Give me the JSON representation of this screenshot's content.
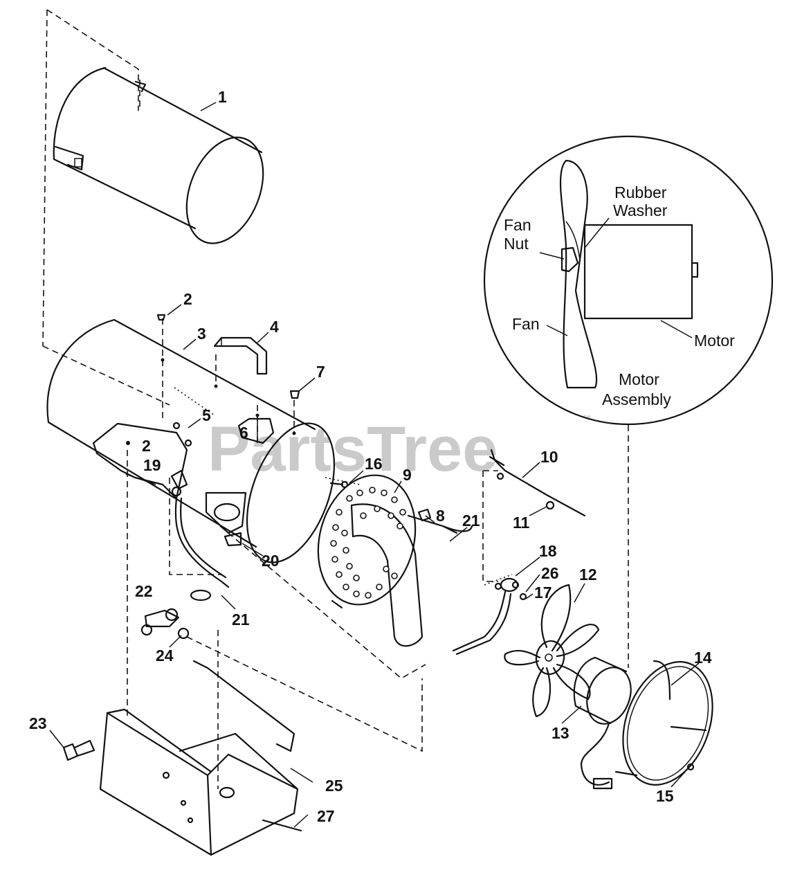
{
  "watermark": {
    "text": "PartsTree",
    "mark": "™"
  },
  "callouts": [
    "1",
    "2",
    "3",
    "4",
    "7",
    "5",
    "6",
    "2",
    "19",
    "16",
    "9",
    "10",
    "8",
    "21",
    "11",
    "18",
    "26",
    "17",
    "12",
    "20",
    "22",
    "21",
    "24",
    "14",
    "23",
    "13",
    "15",
    "25",
    "27"
  ],
  "detail": {
    "rubber_washer": [
      "Rubber",
      "Washer"
    ],
    "fan_nut": [
      "Fan",
      "Nut"
    ],
    "fan": "Fan",
    "motor": "Motor",
    "motor_assembly": [
      "Motor",
      "Assembly"
    ]
  }
}
